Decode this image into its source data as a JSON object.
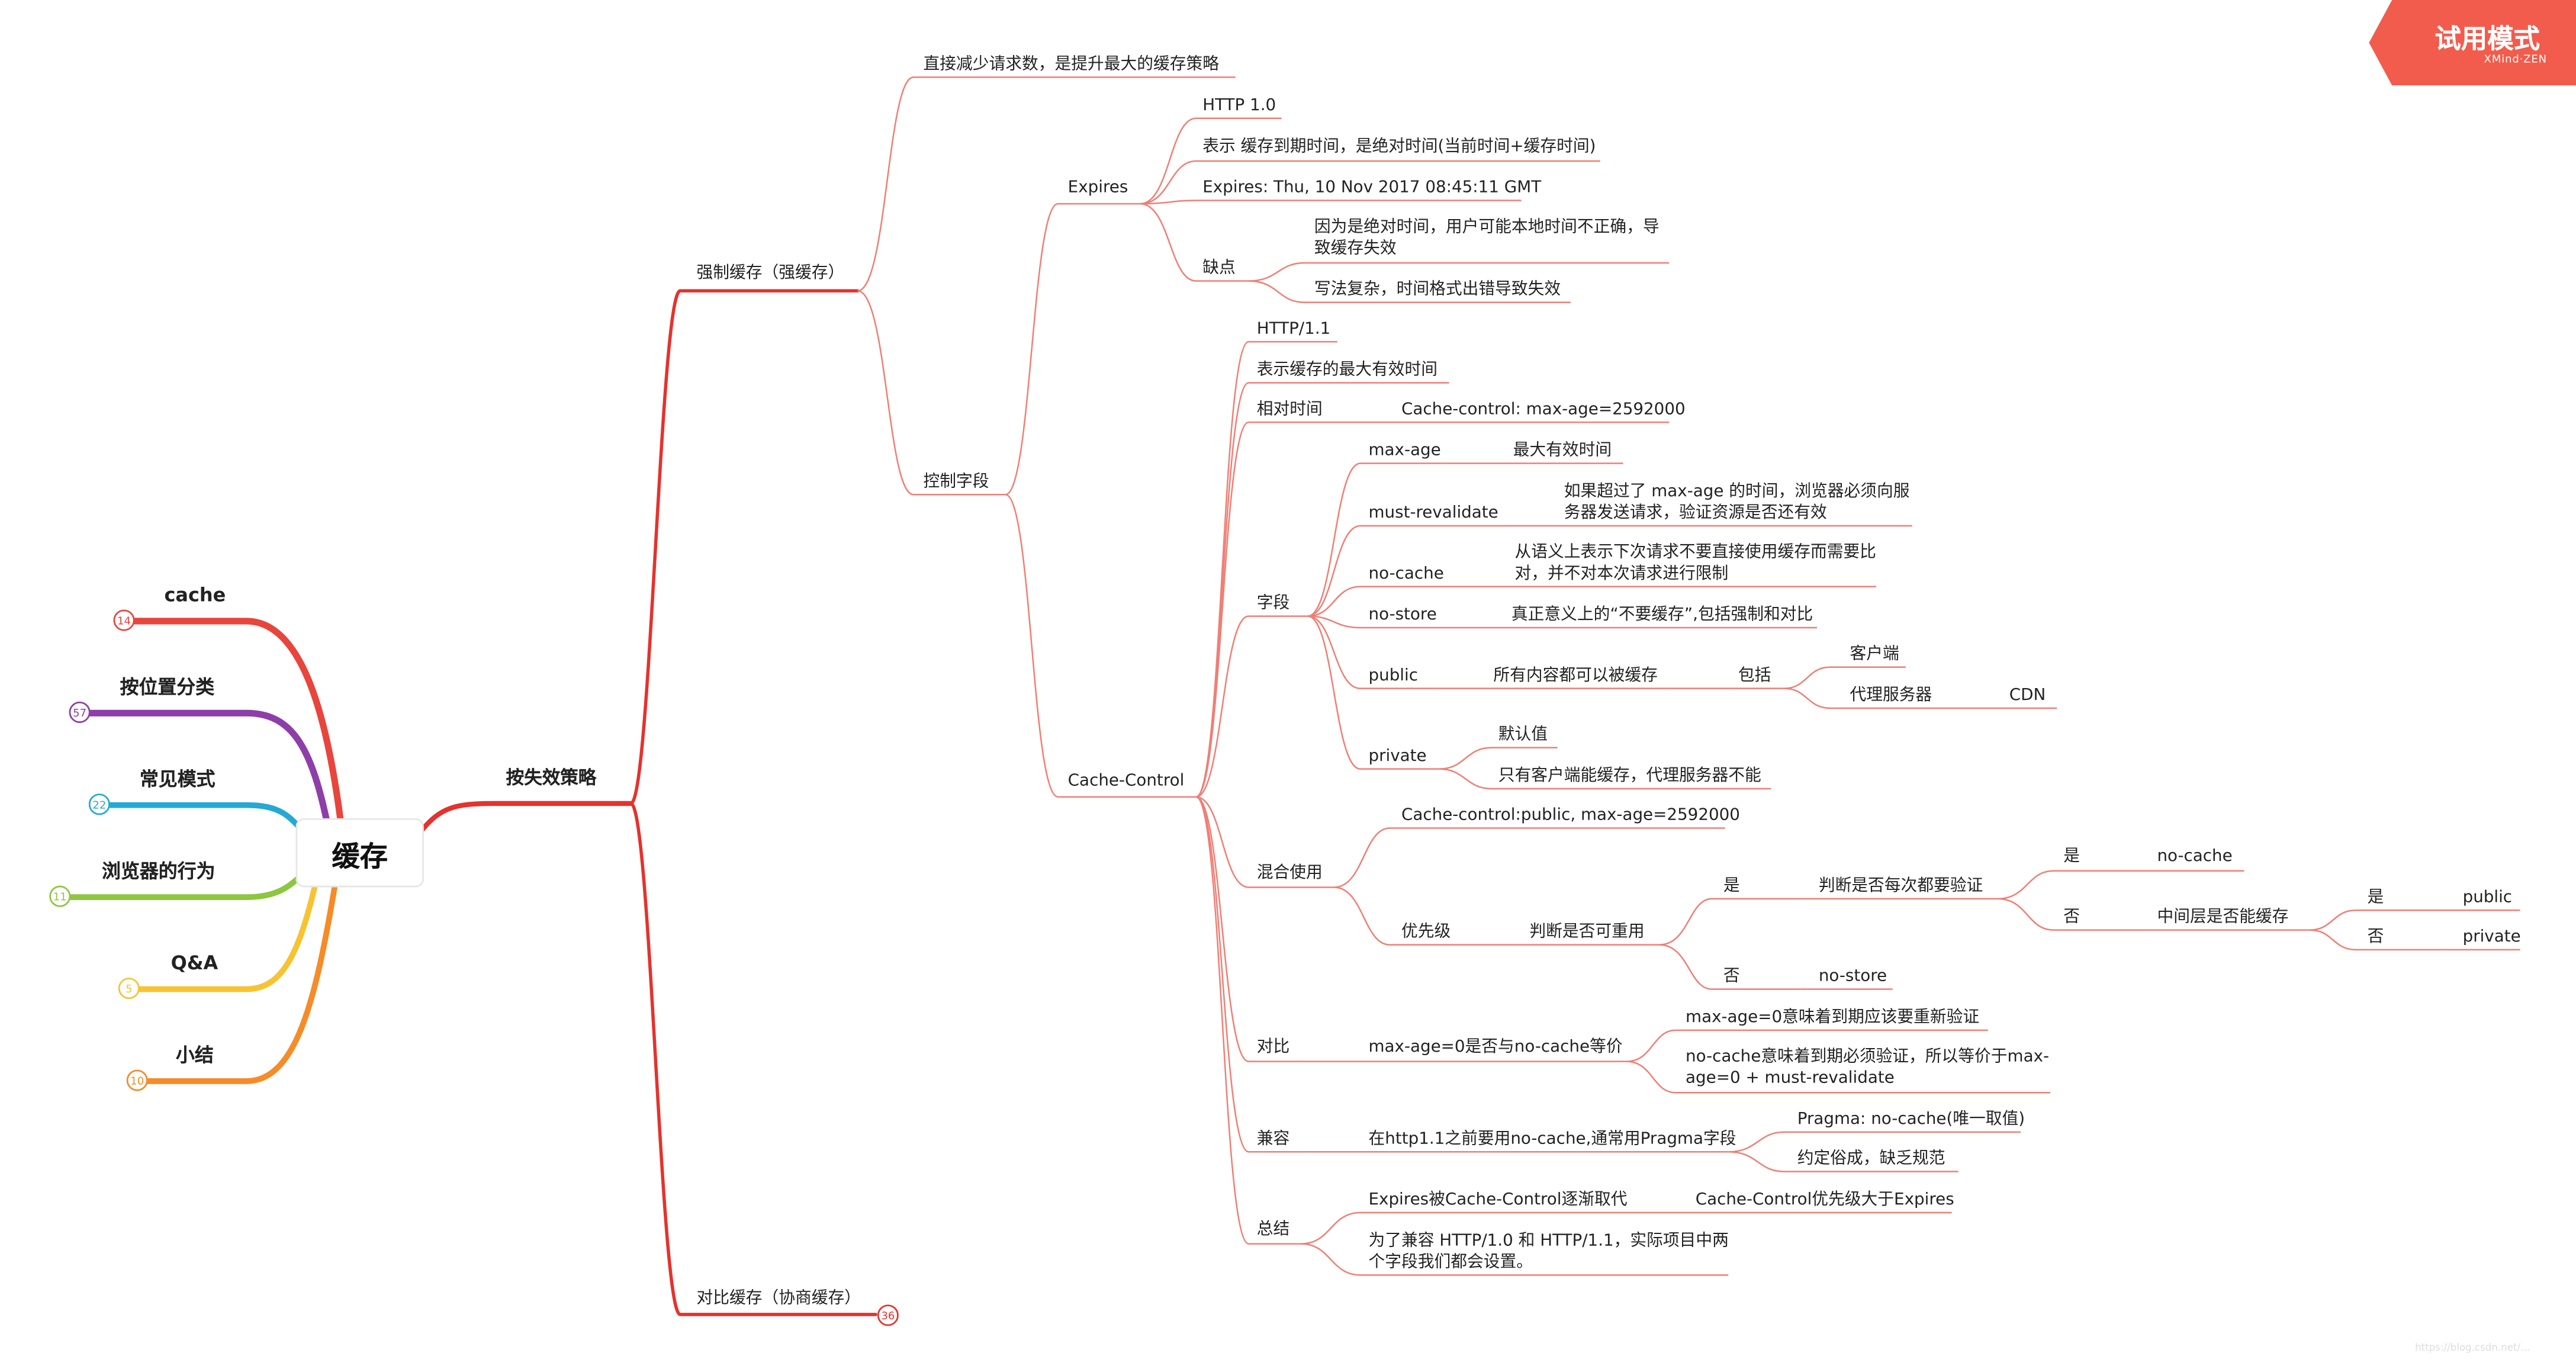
{
  "trial": {
    "title": "试用模式",
    "brand": "XMind·ZEN"
  },
  "central": "缓存",
  "left_branches": [
    {
      "label": "cache",
      "count": "14",
      "color": "#e8453c"
    },
    {
      "label": "按位置分类",
      "count": "57",
      "color": "#8e3ea8"
    },
    {
      "label": "常见模式",
      "count": "22",
      "color": "#24a9d4"
    },
    {
      "label": "浏览器的行为",
      "count": "11",
      "color": "#8dc63f"
    },
    {
      "label": "Q&A",
      "count": "5",
      "color": "#f7c331"
    },
    {
      "label": "小结",
      "count": "10",
      "color": "#f68b28"
    }
  ],
  "right": {
    "root": "按失效策略",
    "strong": "强制缓存（强缓存）",
    "strong_desc": "直接减少请求数，是提升最大的缓存策略",
    "control_field": "控制字段",
    "expires": {
      "label": "Expires",
      "http": "HTTP 1.0",
      "desc": "表示 缓存到期时间，是绝对时间(当前时间+缓存时间)",
      "example": "Expires: Thu, 10 Nov 2017 08:45:11 GMT",
      "cons": "缺点",
      "con1": "因为是绝对时间，用户可能本地时间不正确，导致缓存失效",
      "con2": "写法复杂，时间格式出错导致失效"
    },
    "cc": {
      "label": "Cache-Control",
      "http": "HTTP/1.1",
      "desc": "表示缓存的最大有效时间",
      "relative": "相对时间",
      "relative_val": "Cache-control: max-age=2592000",
      "fields": "字段",
      "maxage": "max-age",
      "maxage_desc": "最大有效时间",
      "mustreval": "must-revalidate",
      "mustreval_desc": "如果超过了 max-age 的时间，浏览器必须向服务器发送请求，验证资源是否还有效",
      "nocache": "no-cache",
      "nocache_desc": "从语义上表示下次请求不要直接使用缓存而需要比对，并不对本次请求进行限制",
      "nostore": "no-store",
      "nostore_desc": "真正意义上的“不要缓存”,包括强制和对比",
      "public": "public",
      "public_desc": "所有内容都可以被缓存",
      "include": "包括",
      "client": "客户端",
      "proxy": "代理服务器",
      "cdn": "CDN",
      "private": "private",
      "default": "默认值",
      "private_desc": "只有客户端能缓存，代理服务器不能",
      "mixed": "混合使用",
      "mixed_example": "Cache-control:public, max-age=2592000",
      "priority": "优先级",
      "reuse": "判断是否可重用",
      "yes": "是",
      "no": "否",
      "verify": "判断是否每次都要验证",
      "mid_cache": "中间层是否能缓存",
      "nostore2": "no-store",
      "nocache2": "no-cache",
      "public2": "public",
      "private2": "private",
      "compare": "对比",
      "compare_q": "max-age=0是否与no-cache等价",
      "compare_a1": "max-age=0意味着到期应该要重新验证",
      "compare_a2": "no-cache意味着到期必须验证，所以等价于max-age=0 + must-revalidate",
      "compat": "兼容",
      "compat_desc": "在http1.1之前要用no-cache,通常用Pragma字段",
      "pragma": "Pragma: no-cache(唯一取值)",
      "pragma_note": "约定俗成，缺乏规范",
      "summary": "总结",
      "sum1": "Expires被Cache-Control逐渐取代",
      "sum1_b": "Cache-Control优先级大于Expires",
      "sum2": "为了兼容 HTTP/1.0 和 HTTP/1.1，实际项目中两个字段我们都会设置。"
    },
    "negotiate": "对比缓存（协商缓存）",
    "negotiate_count": "36"
  },
  "watermark": "https://blog.csdn.net/...",
  "colors": {
    "accent": "#e5322d",
    "line": "#ef7f75",
    "trial": "#f25c4c"
  }
}
